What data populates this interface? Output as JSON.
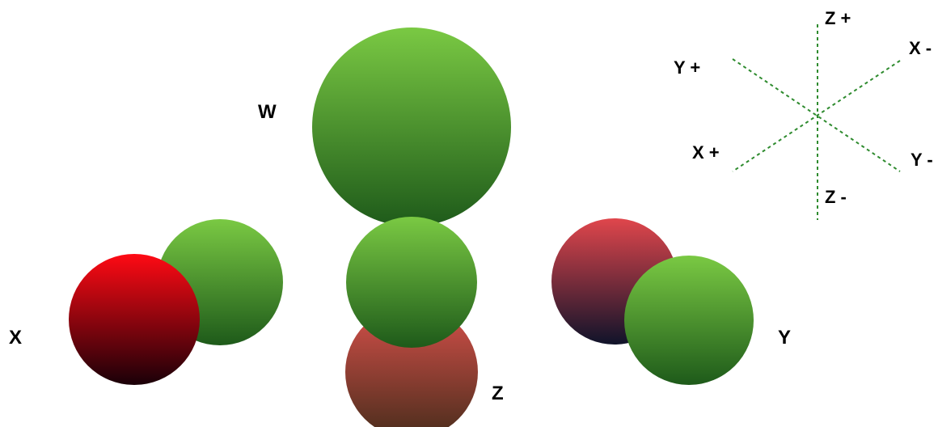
{
  "labels": {
    "w": "W",
    "x": "X",
    "y": "Y",
    "z": "Z"
  },
  "axis_legend": {
    "z_plus": "Z +",
    "z_minus": "Z -",
    "x_plus": "X +",
    "x_minus": "X -",
    "y_plus": "Y +",
    "y_minus": "Y -",
    "line_color": "#2e8b2e"
  },
  "colors": {
    "green_light": "#7ac943",
    "green_dark": "#1e5a1a",
    "red_bright": "#ff0a14",
    "red_black": "#1a0008",
    "red_muted": "#e0464c",
    "navy_black": "#10132a",
    "brown_light": "#d6504a",
    "brown_dark": "#4a2d1c"
  }
}
